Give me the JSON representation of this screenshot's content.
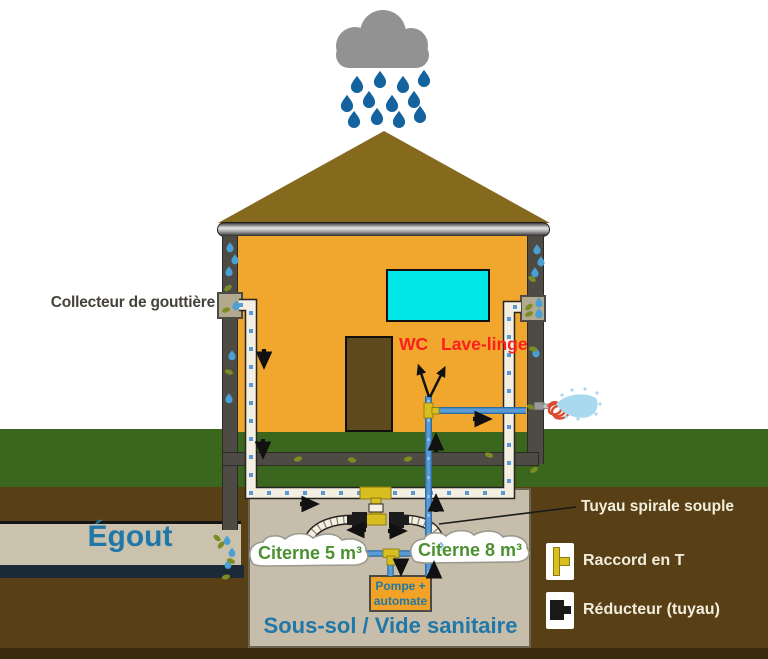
{
  "diagram": {
    "scene": "rainwater-harvesting-cross-section",
    "labels": {
      "gutter_collector": "Collecteur de gouttière",
      "sewer": "Égout",
      "wc": "WC",
      "washing_machine": "Lave-linge",
      "cistern_small": "Citerne 5 m³",
      "cistern_large": "Citerne 8 m³",
      "pump_line1": "Pompe +",
      "pump_line2": "automate",
      "basement": "Sous-sol / Vide sanitaire",
      "flexible_pipe": "Tuyau spirale souple"
    },
    "legend": {
      "items": [
        {
          "icon": "t-fitting-icon",
          "label": "Raccord en T"
        },
        {
          "icon": "reducer-icon",
          "label": "Réducteur (tuyau)"
        }
      ]
    },
    "colors": {
      "wall_orange": "#f1a62d",
      "roof_brown": "#85691c",
      "grass_green": "#3a671d",
      "soil_brown": "#583f15",
      "window_cyan": "#00e7e7",
      "door_brown": "#5e4a1d",
      "pipe_blue": "#5b9bd5",
      "white_pipe": "#f4efe2",
      "fitting_yellow": "#d8be1f",
      "rain_blue": "#15639e",
      "cloud_gray": "#929292",
      "sewer_beige": "#cbc2ae",
      "basement_beige": "#c6bdab",
      "text_blue": "#2178a8",
      "text_green": "#4b9130",
      "text_red": "#fb1f1f"
    }
  }
}
